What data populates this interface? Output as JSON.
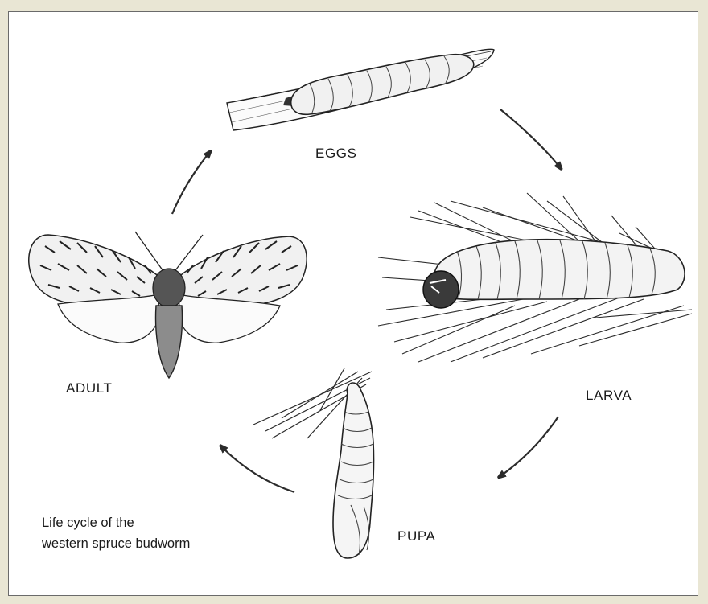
{
  "labels": {
    "eggs": "EGGS",
    "larva": "LARVA",
    "pupa": "PUPA",
    "adult": "ADULT"
  },
  "caption": {
    "line1": "Life cycle of the",
    "line2": "western spruce budworm"
  },
  "colors": {
    "background": "#e9e6d4",
    "panel": "#ffffff",
    "ink": "#1a1a1a",
    "arrow": "#2b2b2b"
  }
}
